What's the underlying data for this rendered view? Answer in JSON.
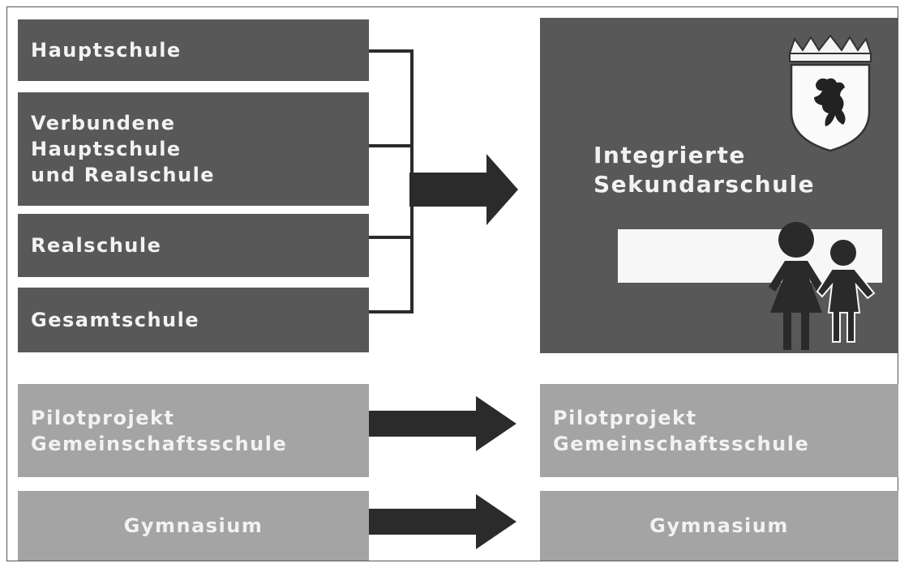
{
  "left_boxes": [
    {
      "lines": [
        "Hauptschule"
      ]
    },
    {
      "lines": [
        "Verbundene",
        "Hauptschule",
        "und Realschule"
      ]
    },
    {
      "lines": [
        "Realschule"
      ]
    },
    {
      "lines": [
        "Gesamtschule"
      ]
    }
  ],
  "target": {
    "title_line1": "Integrierte",
    "title_line2": "Sekundarschule"
  },
  "pilot": {
    "left": "Pilotprojekt\nGemeinschaftsschule",
    "right": "Pilotprojekt\nGemeinschaftsschule"
  },
  "gymnasium": {
    "left": "Gymnasium",
    "right": "Gymnasium"
  },
  "colors": {
    "dark_box": "#585858",
    "light_box": "#a4a4a4",
    "arrow": "#2b2b2b"
  },
  "icons": [
    "berlin-coat-of-arms-icon",
    "mother-child-icon"
  ]
}
